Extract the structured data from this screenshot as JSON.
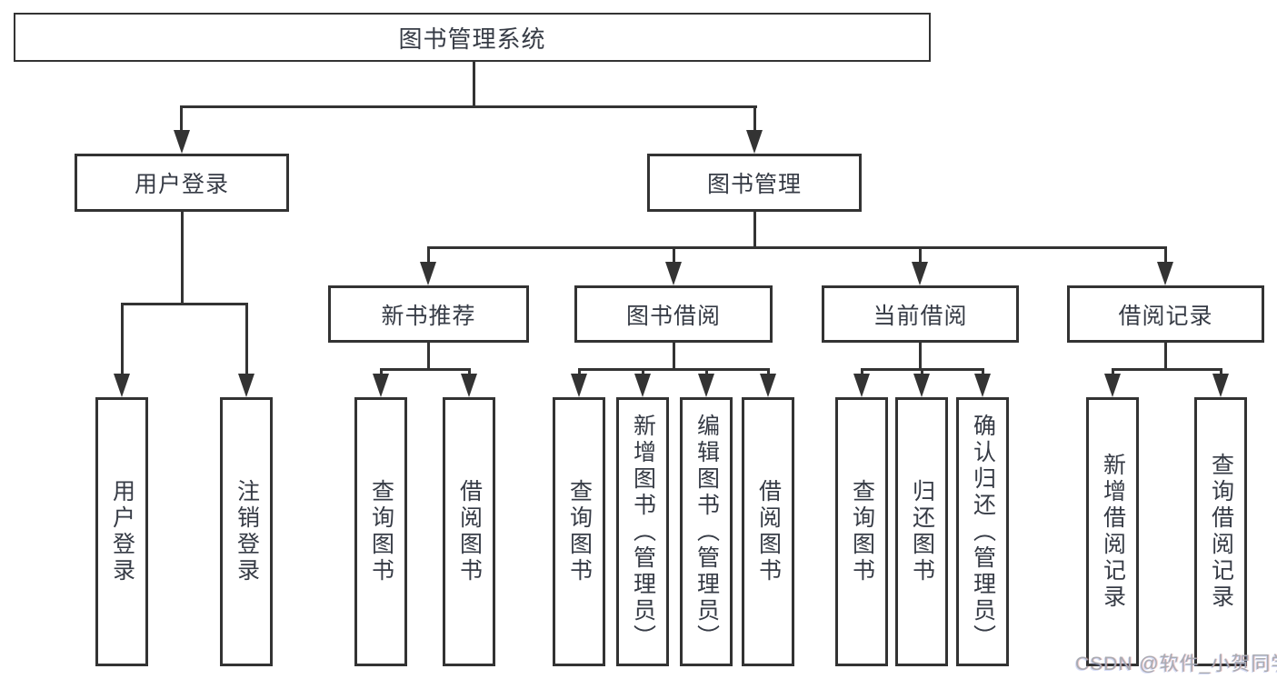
{
  "diagram": {
    "root": {
      "label": "图书管理系统"
    },
    "branches": [
      {
        "label": "用户登录",
        "leaves": [
          "用户登录",
          "注销登录"
        ]
      },
      {
        "label": "图书管理",
        "groups": [
          {
            "label": "新书推荐",
            "leaves": [
              "查询图书",
              "借阅图书"
            ]
          },
          {
            "label": "图书借阅",
            "leaves": [
              "查询图书",
              "新增图书（管理员）",
              "编辑图书（管理员）",
              "借阅图书"
            ]
          },
          {
            "label": "当前借阅",
            "leaves": [
              "查询图书",
              "归还图书",
              "确认归还（管理员）"
            ]
          },
          {
            "label": "借阅记录",
            "leaves": [
              "新增借阅记录",
              "查询借阅记录"
            ]
          }
        ]
      }
    ]
  },
  "watermark": {
    "text": "CSDN @软件_小贺同学"
  },
  "colors": {
    "line": "#333333",
    "box_border": "#333333",
    "text": "#363b45",
    "watermark": "#a8abb2",
    "background": "#ffffff"
  }
}
